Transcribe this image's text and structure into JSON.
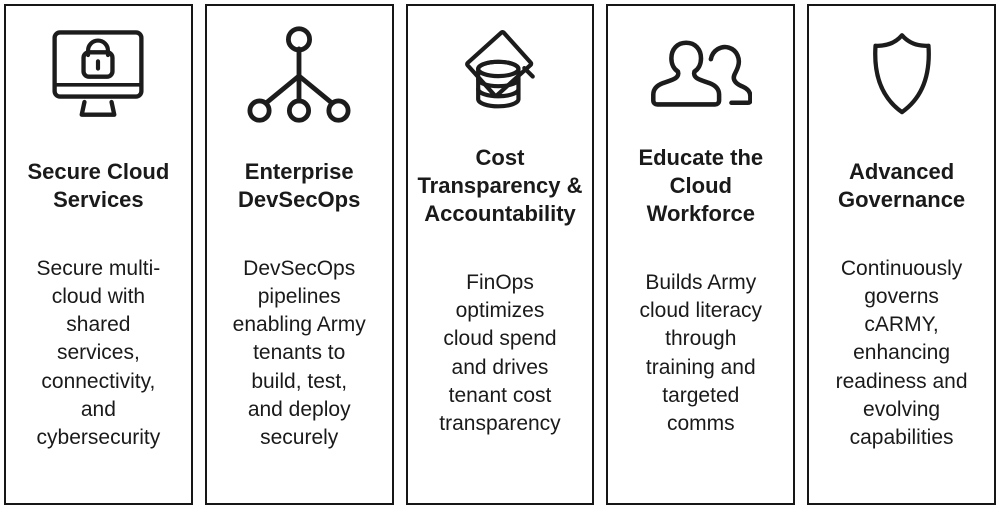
{
  "colors": {
    "background": "#ffffff",
    "card_background": "#ffffff",
    "card_border": "#161616",
    "text": "#1a1a1a",
    "icon_stroke": "#1c1c1c"
  },
  "cards": [
    {
      "id": "secure-cloud-services",
      "icon": "monitor-lock-icon",
      "title": "Secure Cloud\nServices",
      "body": "Secure multi-\ncloud with\nshared\nservices,\nconnectivity,\nand\ncybersecurity"
    },
    {
      "id": "enterprise-devsecops",
      "icon": "network-tree-icon",
      "title": "Enterprise\nDevSecOps",
      "body": "DevSecOps\npipelines\nenabling Army\ntenants to\nbuild, test,\nand deploy\nsecurely"
    },
    {
      "id": "cost-transparency-accountability",
      "icon": "coins-stack-icon",
      "title": "Cost\nTransparency &\nAccountability",
      "body": "FinOps\noptimizes\ncloud spend\nand drives\ntenant cost\ntransparency"
    },
    {
      "id": "educate-cloud-workforce",
      "icon": "people-icon",
      "title": "Educate the\nCloud\nWorkforce",
      "body": "Builds Army\ncloud literacy\nthrough\ntraining and\ntargeted\ncomms"
    },
    {
      "id": "advanced-governance",
      "icon": "shield-icon",
      "title": "Advanced\nGovernance",
      "body": "Continuously\ngoverns\ncARMY,\nenhancing\nreadiness and\nevolving\ncapabilities"
    }
  ]
}
